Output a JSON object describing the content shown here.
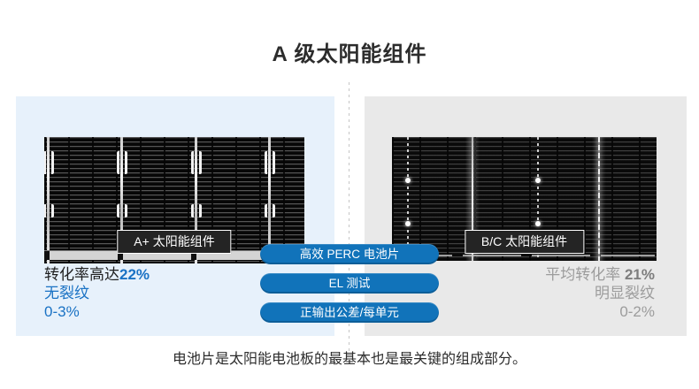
{
  "title": "A 级太阳能组件",
  "left_panel": {
    "badge": "A+ 太阳能组件",
    "line1_label": "转化率高达",
    "line1_value": "22%",
    "line2": "无裂纹",
    "line3": "0-3%"
  },
  "right_panel": {
    "badge": "B/C 太阳能组件",
    "line1_label": "平均转化率 ",
    "line1_value": "21%",
    "line2": "明显裂纹",
    "line3": "0-2%"
  },
  "center_buttons": [
    {
      "label": "高效 PERC 电池片"
    },
    {
      "label": "EL 测试"
    },
    {
      "label": "正输出公差/每单元"
    }
  ],
  "caption": "电池片是太阳能电池板的最基本也是最关键的组成部分。",
  "colors": {
    "accent_button_blue": "#1173ba",
    "stat_text_blue": "#1a72c4",
    "left_panel_bg": "#e7f1fb",
    "right_panel_bg": "#e9e9e9",
    "badge_bg": "#242424",
    "right_stat_gray": "#9c9c9c",
    "title_text": "#2c2c2c"
  }
}
